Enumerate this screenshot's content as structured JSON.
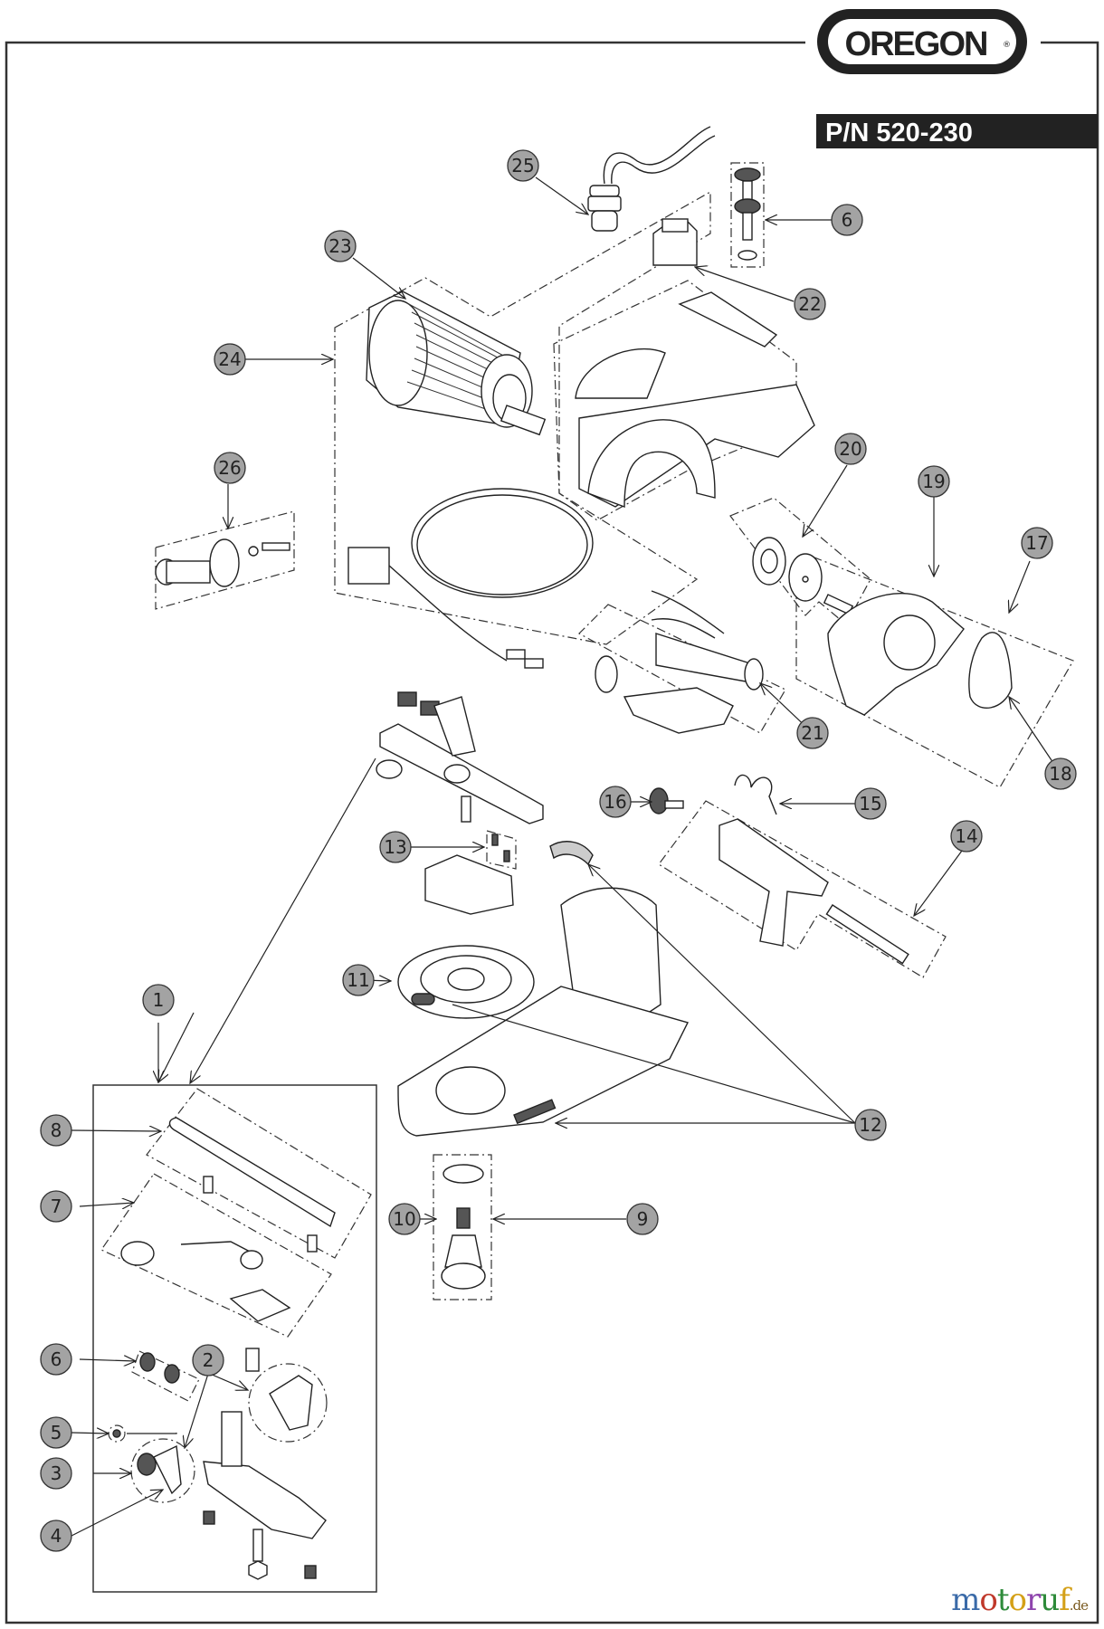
{
  "header": {
    "brand": "OREGON",
    "brand_mark": "®",
    "part_number": "P/N 520-230"
  },
  "watermark": {
    "letters": [
      "m",
      "o",
      "t",
      "o",
      "r",
      "u",
      "f"
    ],
    "colors": [
      "#3a6aa8",
      "#c0392b",
      "#2e8b3a",
      "#d4a017",
      "#8e44ad",
      "#2e8b3a",
      "#d4a017"
    ],
    "suffix": ".de",
    "suffix_mark": "*"
  },
  "callouts": [
    {
      "id": "c1",
      "label": "1"
    },
    {
      "id": "c2",
      "label": "2"
    },
    {
      "id": "c3",
      "label": "3"
    },
    {
      "id": "c4",
      "label": "4"
    },
    {
      "id": "c5",
      "label": "5"
    },
    {
      "id": "c6a",
      "label": "6"
    },
    {
      "id": "c6b",
      "label": "6"
    },
    {
      "id": "c7",
      "label": "7"
    },
    {
      "id": "c8",
      "label": "8"
    },
    {
      "id": "c9",
      "label": "9"
    },
    {
      "id": "c10",
      "label": "10"
    },
    {
      "id": "c11",
      "label": "11"
    },
    {
      "id": "c12",
      "label": "12"
    },
    {
      "id": "c13",
      "label": "13"
    },
    {
      "id": "c14",
      "label": "14"
    },
    {
      "id": "c15",
      "label": "15"
    },
    {
      "id": "c16",
      "label": "16"
    },
    {
      "id": "c17",
      "label": "17"
    },
    {
      "id": "c18",
      "label": "18"
    },
    {
      "id": "c19",
      "label": "19"
    },
    {
      "id": "c20",
      "label": "20"
    },
    {
      "id": "c21",
      "label": "21"
    },
    {
      "id": "c22",
      "label": "22"
    },
    {
      "id": "c23",
      "label": "23"
    },
    {
      "id": "c24",
      "label": "24"
    },
    {
      "id": "c25",
      "label": "25"
    },
    {
      "id": "c26",
      "label": "26"
    }
  ],
  "colors": {
    "callout_fill": "#a3a3a3",
    "line": "#222222",
    "banner": "#222222",
    "banner_text": "#ffffff"
  }
}
